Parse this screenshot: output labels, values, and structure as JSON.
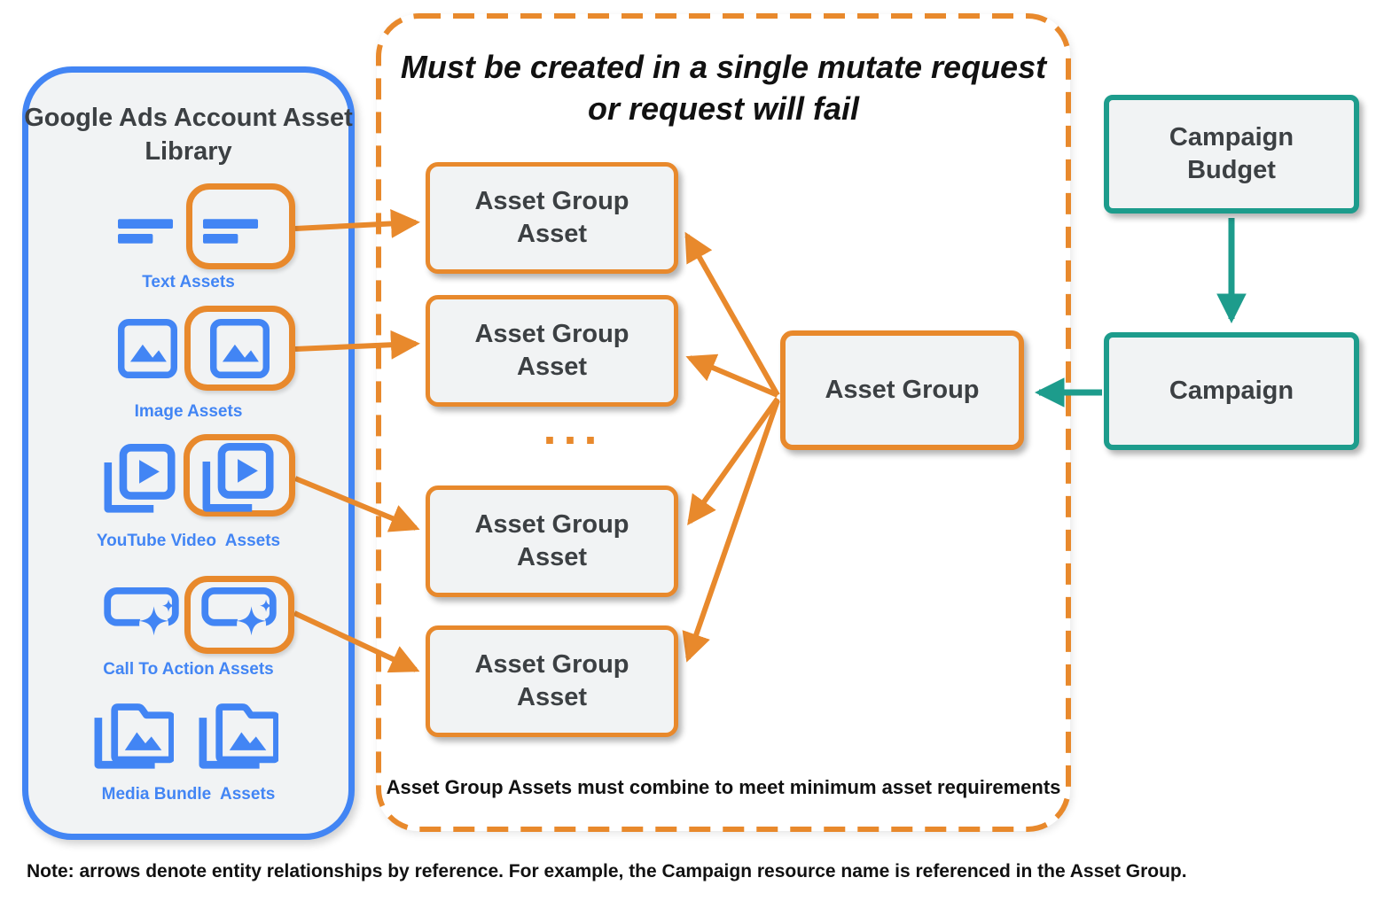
{
  "colors": {
    "orange": "#E8892C",
    "blue": "#4285F4",
    "teal": "#1D9C8C",
    "panel-fill": "#F1F3F4",
    "text-dark": "#3C4043"
  },
  "asset_library": {
    "title": "Google Ads Account Asset Library",
    "items": [
      {
        "label": "Text Assets",
        "icon": "text-asset-icon"
      },
      {
        "label": "Image Assets",
        "icon": "image-asset-icon"
      },
      {
        "label": "YouTube Video  Assets",
        "icon": "youtube-video-asset-icon"
      },
      {
        "label": "Call To Action Assets",
        "icon": "call-to-action-asset-icon"
      },
      {
        "label": "Media Bundle  Assets",
        "icon": "media-bundle-asset-icon"
      }
    ]
  },
  "mutate_group": {
    "title_line1": "Must be created in a single mutate request",
    "title_line2": "or request will fail",
    "asset_group_asset_label": "Asset Group Asset",
    "ellipsis": "...",
    "footer": "Asset Group Assets must combine to meet minimum asset requirements"
  },
  "entities": {
    "asset_group": "Asset Group",
    "campaign_budget": "Campaign Budget",
    "campaign": "Campaign"
  },
  "note": "Note: arrows denote entity relationships by reference. For example, the Campaign resource name is referenced in the Asset Group."
}
